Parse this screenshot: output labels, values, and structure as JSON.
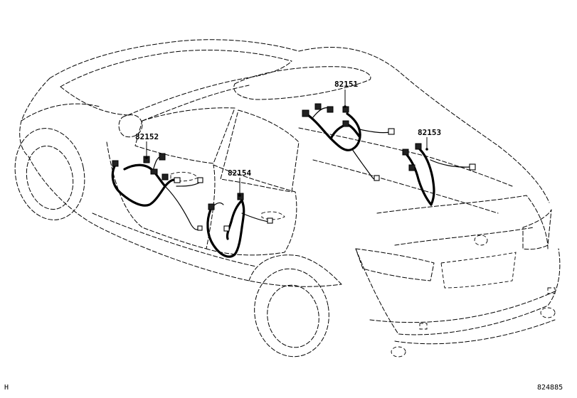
{
  "parts": [
    {
      "id": "p82151",
      "number": "82151"
    },
    {
      "id": "p82152",
      "number": "82152"
    },
    {
      "id": "p82153",
      "number": "82153"
    },
    {
      "id": "p82154",
      "number": "82154"
    }
  ],
  "footer": {
    "left_code": "H",
    "illustration_id": "824885"
  }
}
